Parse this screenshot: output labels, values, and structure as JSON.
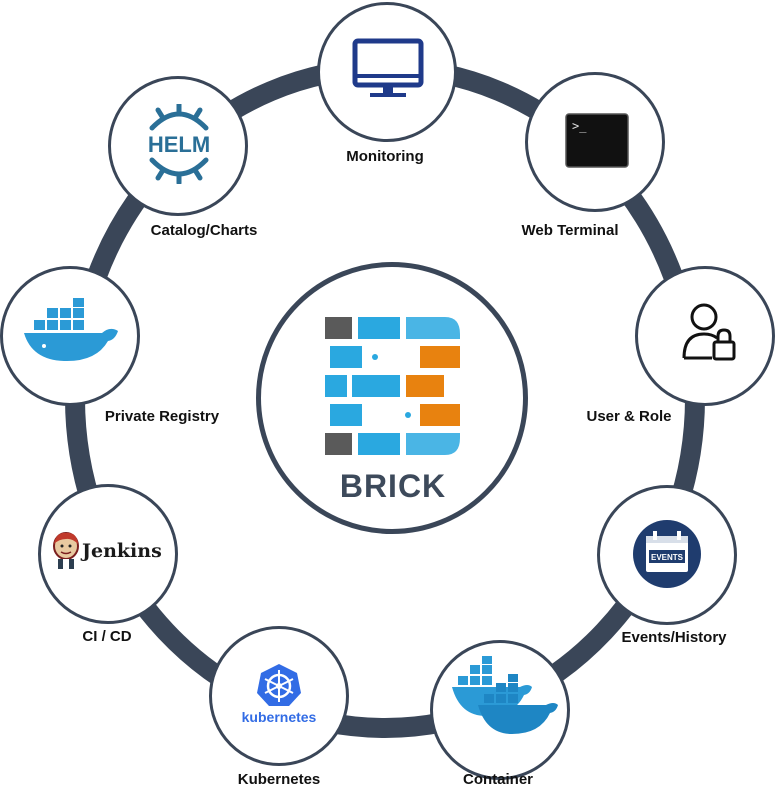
{
  "center": {
    "title": "BRICK"
  },
  "colors": {
    "ring": "#3a4658",
    "blue": "#2aa8e0",
    "orange": "#e8820f",
    "gray": "#5a5a5a",
    "dark_blue": "#1f3a8a"
  },
  "nodes": [
    {
      "id": "monitoring",
      "label": "Monitoring",
      "icon": "monitor-icon"
    },
    {
      "id": "web-terminal",
      "label": "Web Terminal",
      "icon": "terminal-icon"
    },
    {
      "id": "user-role",
      "label": "User & Role",
      "icon": "user-lock-icon"
    },
    {
      "id": "events-history",
      "label": "Events/History",
      "icon": "events-calendar-icon",
      "badge": "EVENTS"
    },
    {
      "id": "container",
      "label": "Container",
      "icon": "docker-containers-icon"
    },
    {
      "id": "kubernetes",
      "label": "Kubernetes",
      "icon": "kubernetes-icon",
      "logo_text": "kubernetes"
    },
    {
      "id": "ci-cd",
      "label": "CI / CD",
      "icon": "jenkins-icon",
      "logo_text": "Jenkins"
    },
    {
      "id": "private-registry",
      "label": "Private Registry",
      "icon": "docker-whale-icon"
    },
    {
      "id": "catalog-charts",
      "label": "Catalog/Charts",
      "icon": "helm-icon",
      "logo_text": "HELM"
    }
  ]
}
